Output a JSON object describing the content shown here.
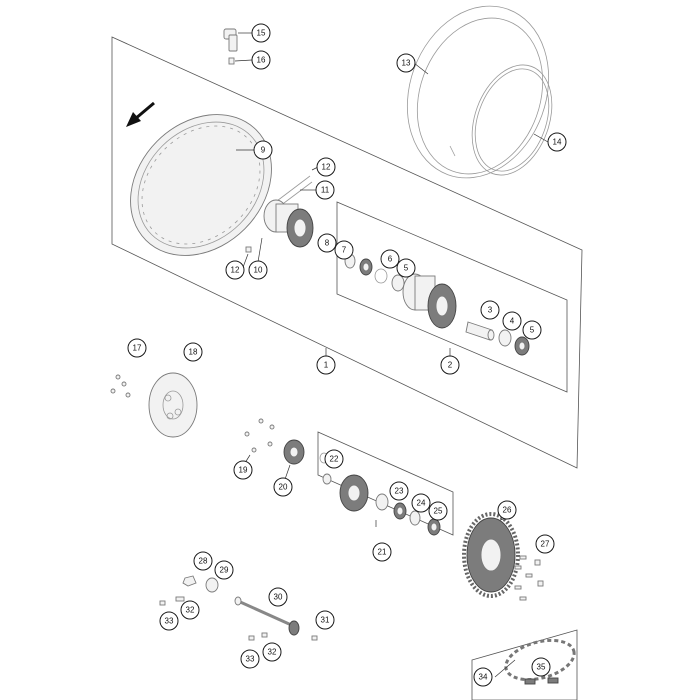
{
  "diagram": {
    "callouts": [
      {
        "id": "c15",
        "label": "15"
      },
      {
        "id": "c16",
        "label": "16"
      },
      {
        "id": "c13",
        "label": "13"
      },
      {
        "id": "c14",
        "label": "14"
      },
      {
        "id": "c9",
        "label": "9"
      },
      {
        "id": "c12a",
        "label": "12"
      },
      {
        "id": "c11",
        "label": "11"
      },
      {
        "id": "c12b",
        "label": "12"
      },
      {
        "id": "c10",
        "label": "10"
      },
      {
        "id": "c8",
        "label": "8"
      },
      {
        "id": "c7",
        "label": "7"
      },
      {
        "id": "c6",
        "label": "6"
      },
      {
        "id": "c5a",
        "label": "5"
      },
      {
        "id": "c3",
        "label": "3"
      },
      {
        "id": "c4",
        "label": "4"
      },
      {
        "id": "c5b",
        "label": "5"
      },
      {
        "id": "c1",
        "label": "1"
      },
      {
        "id": "c2",
        "label": "2"
      },
      {
        "id": "c17",
        "label": "17"
      },
      {
        "id": "c18",
        "label": "18"
      },
      {
        "id": "c19",
        "label": "19"
      },
      {
        "id": "c20",
        "label": "20"
      },
      {
        "id": "c22",
        "label": "22"
      },
      {
        "id": "c23",
        "label": "23"
      },
      {
        "id": "c24",
        "label": "24"
      },
      {
        "id": "c25",
        "label": "25"
      },
      {
        "id": "c21",
        "label": "21"
      },
      {
        "id": "c26",
        "label": "26"
      },
      {
        "id": "c27",
        "label": "27"
      },
      {
        "id": "c28",
        "label": "28"
      },
      {
        "id": "c29",
        "label": "29"
      },
      {
        "id": "c30",
        "label": "30"
      },
      {
        "id": "c31",
        "label": "31"
      },
      {
        "id": "c32a",
        "label": "32"
      },
      {
        "id": "c33a",
        "label": "33"
      },
      {
        "id": "c32b",
        "label": "32"
      },
      {
        "id": "c33b",
        "label": "33"
      },
      {
        "id": "c34",
        "label": "34"
      },
      {
        "id": "c35",
        "label": "35"
      }
    ]
  }
}
